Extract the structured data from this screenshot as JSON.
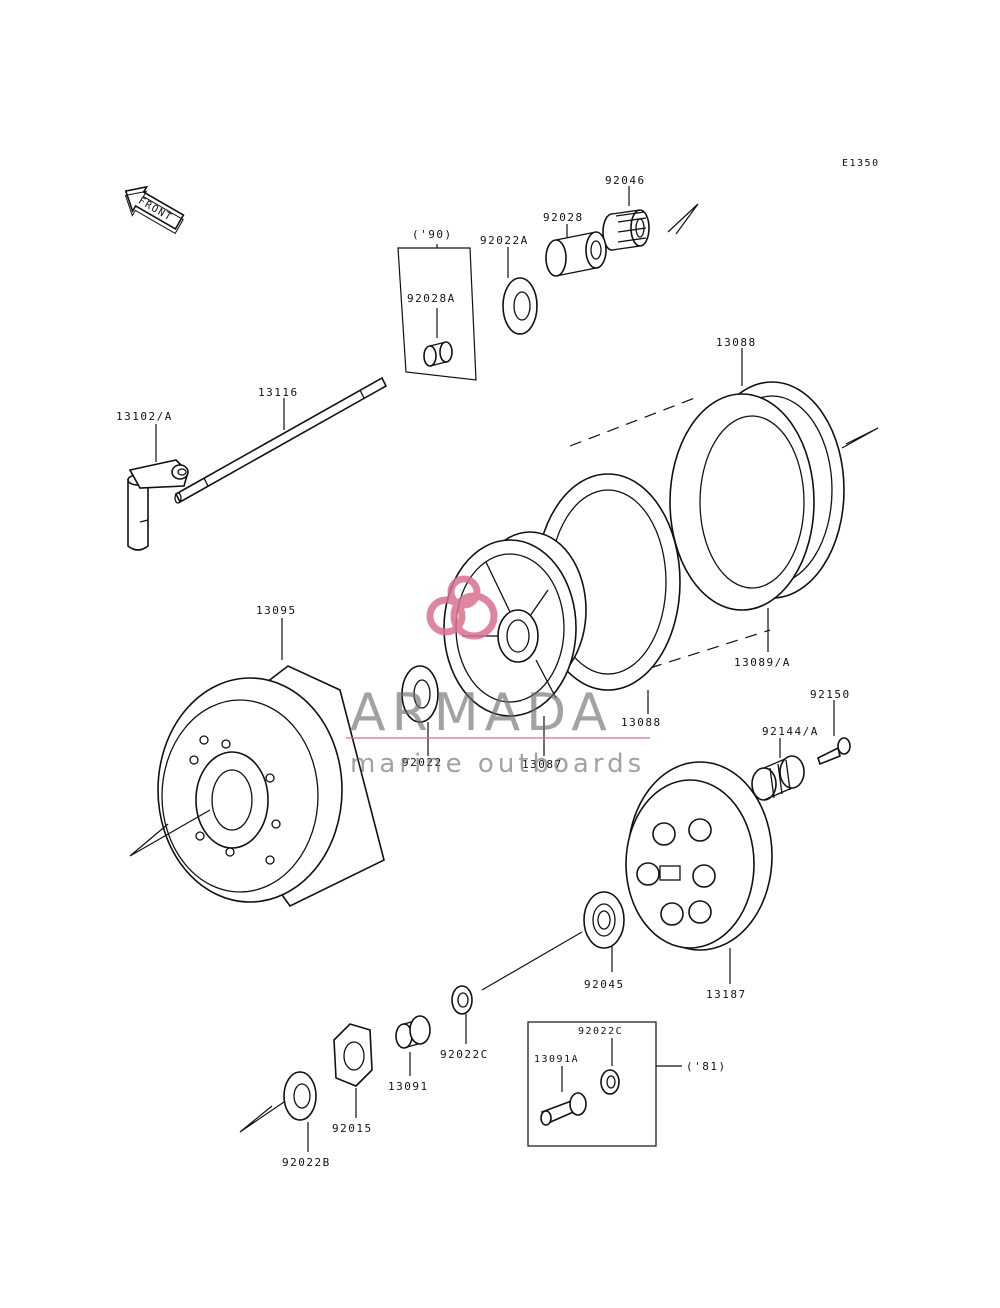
{
  "diagram_id": "E1350",
  "front_label": "FRONT",
  "parts": {
    "p92046": "92046",
    "p92028": "92028",
    "p92022A": "92022A",
    "p90note": "('90)",
    "p92028A": "92028A",
    "p13088_top": "13088",
    "p13116": "13116",
    "p13102A": "13102/A",
    "p13095": "13095",
    "p13089A": "13089/A",
    "p92150": "92150",
    "p92144A": "92144/A",
    "p13088_bot": "13088",
    "p92022": "92022",
    "p13087": "13087",
    "p92045": "92045",
    "p13187": "13187",
    "p92022C_a": "92022C",
    "p92022C_b": "92022C",
    "p13091": "13091",
    "p13091A": "13091A",
    "p81note": "('81)",
    "p92015": "92015",
    "p92022B": "92022B"
  },
  "watermark": {
    "brand": "ARMADA",
    "tagline": "marine outboards",
    "brand_color": "#d9728f",
    "text_color": "#6e6e6e"
  }
}
